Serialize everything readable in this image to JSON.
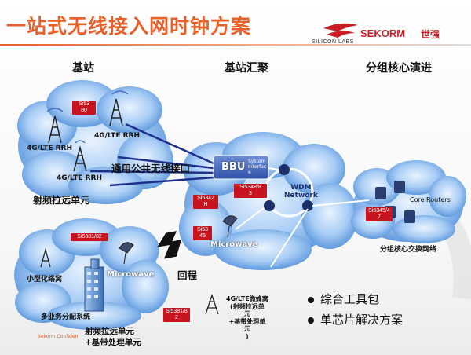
{
  "title": "一站式无线接入网时钟方案",
  "logos": {
    "silicon_labs": "SILICON LABS",
    "sekorm": "SEKORM",
    "sekorm_cn": "世强"
  },
  "headers": {
    "base_station": "基站",
    "aggregation": "基站汇聚",
    "packet_core": "分组核心演进"
  },
  "left_cloud": {
    "chip": "Si53\n80",
    "rrh_labels": [
      "4G/LTE RRH",
      "4G/LTE RRH",
      "4G/LTE RRH"
    ],
    "caption": "射频拉远单元"
  },
  "interface_label": "通用公共无线接口",
  "center_cloud": {
    "bbu": "BBU",
    "system_interface": "System\nInterfac\ne",
    "chip_a": "Si5348/8\n3",
    "chip_b": "Si5342\nH",
    "chip_c": "Si53\n45",
    "wdm": "WDM\nNetwork",
    "microwave": "Microwave"
  },
  "right_cloud": {
    "core_routers": "Core Routers",
    "chip": "Si5345/4\n7",
    "caption": "分组核心交换网络"
  },
  "bottom_left_cloud": {
    "chip": "Si5381/82",
    "small_cell": "小型化络窝",
    "microwave": "Microwave",
    "das": "多业务分配系统",
    "confidential": "Sekorm Confiden",
    "caption_1": "射频拉远单元",
    "caption_2": "+基带处理单元"
  },
  "backhaul_label": "回程",
  "bottom_center": {
    "chip": "Si5381/8\n2",
    "text": "4G/LTE微蜂窝\n(射频拉远单\n元\n+基带处理单\n元\n)"
  },
  "bullets": [
    "综合工具包",
    "单芯片解决方案"
  ],
  "colors": {
    "title": "#e8602a",
    "chip_red": "#c8141e",
    "cloud_blue": "#4f8ed8",
    "link_navy": "#1f2f8c",
    "brand_red": "#c81e24"
  }
}
